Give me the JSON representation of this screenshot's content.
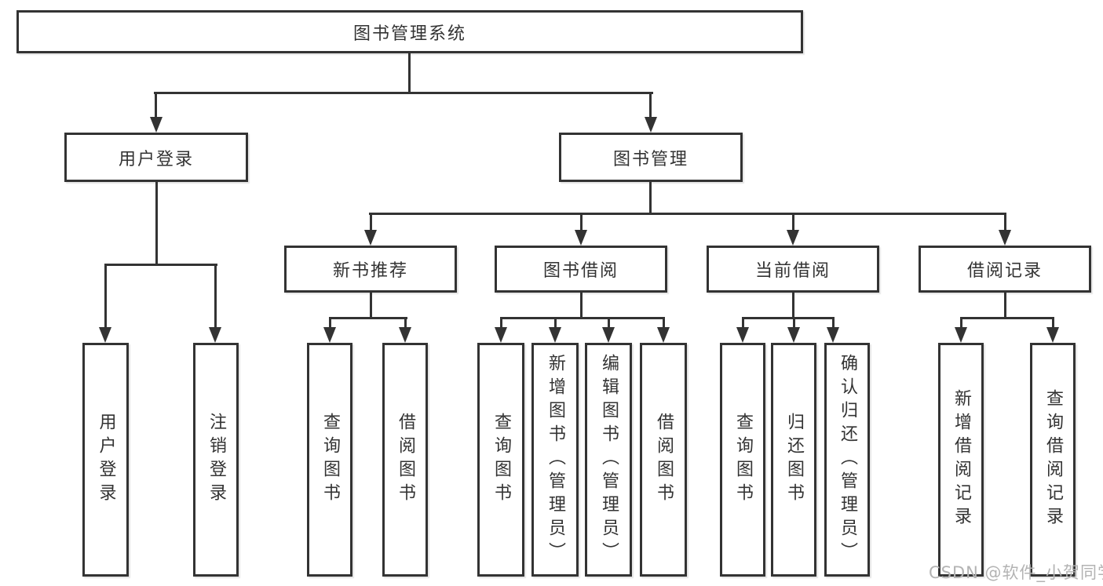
{
  "diagram": {
    "root": {
      "label": "图书管理系统"
    },
    "level1": {
      "user_login": {
        "label": "用户登录"
      },
      "book_management": {
        "label": "图书管理"
      }
    },
    "level2": {
      "new_book_recommend": {
        "label": "新书推荐"
      },
      "book_borrow": {
        "label": "图书借阅"
      },
      "current_borrow": {
        "label": "当前借阅"
      },
      "borrow_records": {
        "label": "借阅记录"
      }
    },
    "leaves": {
      "login": [
        "用户登录",
        "注销登录"
      ],
      "newbook": [
        "查询图书",
        "借阅图书"
      ],
      "borrow": [
        "查询图书",
        "新增图书（管理员）",
        "编辑图书（管理员）",
        "借阅图书"
      ],
      "current": [
        "查询图书",
        "归还图书",
        "确认归还（管理员）"
      ],
      "records": [
        "新增借阅记录",
        "查询借阅记录"
      ]
    },
    "watermark": "CSDN @软件_小贺同学",
    "colors": {
      "line": "#333333",
      "text": "#333333",
      "background": "#ffffff",
      "watermark": "#b3b3b3"
    }
  }
}
